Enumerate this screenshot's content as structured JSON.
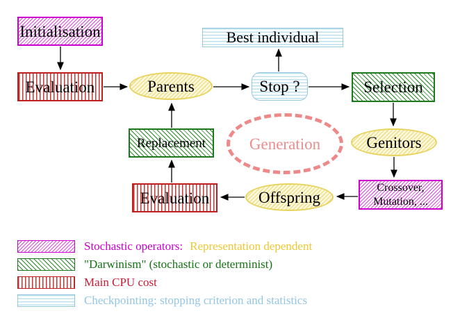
{
  "nodes": {
    "initialisation": "Initialisation",
    "evaluation_top": "Evaluation",
    "parents": "Parents",
    "best_individual": "Best individual",
    "stop": "Stop ?",
    "selection": "Selection",
    "genitors": "Genitors",
    "crossover_line1": "Crossover,",
    "crossover_line2": "Mutation, ...",
    "offspring": "Offspring",
    "evaluation_bottom": "Evaluation",
    "replacement": "Replacement",
    "generation": "Generation"
  },
  "legend": {
    "rows": [
      {
        "pattern": "magenta-diagonal-hatch",
        "label": "Stochastic operators:",
        "label_secondary": "Representation dependent"
      },
      {
        "pattern": "green-diagonal-hatch",
        "label": "\"Darwinism\" (stochastic or determinist)"
      },
      {
        "pattern": "red-vertical-lines",
        "label": "Main CPU cost"
      },
      {
        "pattern": "cyan-horizontal-lines",
        "label": "Checkpointing: stopping criterion and statistics"
      }
    ]
  },
  "colors": {
    "magenta": "#cf00cf",
    "red": "#bf1f1f",
    "green": "#1b7a1b",
    "cyan_border": "#96c8dc",
    "yellow_border": "#e7d35e",
    "salmon": "#ee8989",
    "gold_text": "#eec832",
    "cyan_text": "#92c6e4",
    "background": "#ffffff"
  }
}
